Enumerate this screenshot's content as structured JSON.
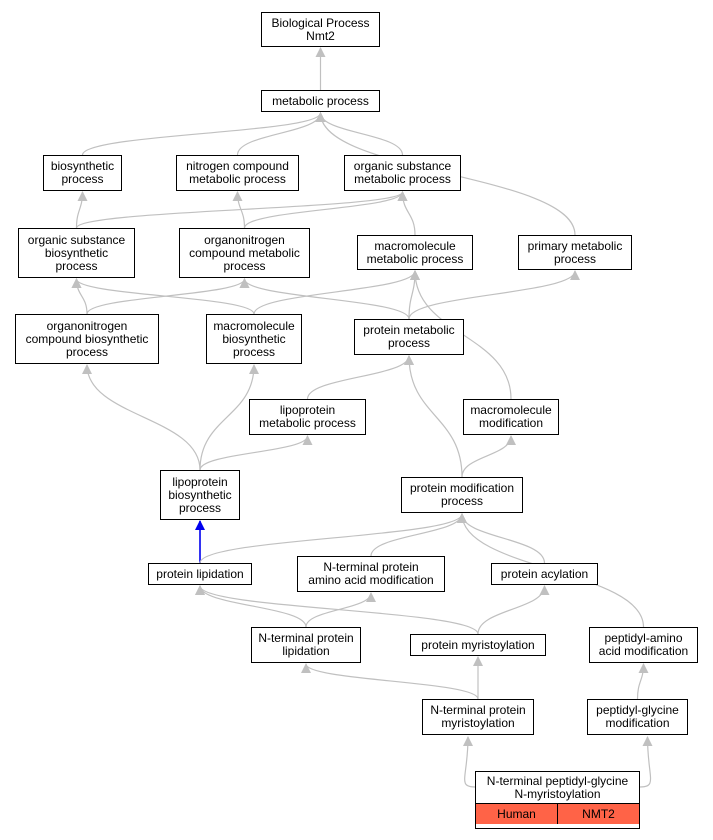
{
  "graph": {
    "edge_color": "#c0c0c0",
    "highlight_edge_color": "#0000ee",
    "annotation_color": "#ff6347",
    "nodes": [
      {
        "id": "bp",
        "label": "Biological Process\nNmt2"
      },
      {
        "id": "metabolic",
        "label": "metabolic process"
      },
      {
        "id": "biosynthetic",
        "label": "biosynthetic\nprocess"
      },
      {
        "id": "nitrogen",
        "label": "nitrogen compound\nmetabolic process"
      },
      {
        "id": "orgsubmet",
        "label": "organic substance\nmetabolic process"
      },
      {
        "id": "orgsubbio",
        "label": "organic substance\nbiosynthetic\nprocess"
      },
      {
        "id": "orgnitmet",
        "label": "organonitrogen\ncompound metabolic\nprocess"
      },
      {
        "id": "macromet",
        "label": "macromolecule\nmetabolic process"
      },
      {
        "id": "primary",
        "label": "primary metabolic\nprocess"
      },
      {
        "id": "orgnitbio",
        "label": "organonitrogen\ncompound biosynthetic\nprocess"
      },
      {
        "id": "macrobio",
        "label": "macromolecule\nbiosynthetic\nprocess"
      },
      {
        "id": "protmet",
        "label": "protein metabolic\nprocess"
      },
      {
        "id": "lipomet",
        "label": "lipoprotein\nmetabolic process"
      },
      {
        "id": "macromod",
        "label": "macromolecule\nmodification"
      },
      {
        "id": "lipobio",
        "label": "lipoprotein\nbiosynthetic\nprocess"
      },
      {
        "id": "protmod",
        "label": "protein modification\nprocess"
      },
      {
        "id": "protlip",
        "label": "protein lipidation"
      },
      {
        "id": "ntermaa",
        "label": "N-terminal protein\namino acid modification"
      },
      {
        "id": "protacyl",
        "label": "protein acylation"
      },
      {
        "id": "ntermlip",
        "label": "N-terminal protein\nlipidation"
      },
      {
        "id": "protmyr",
        "label": "protein myristoylation"
      },
      {
        "id": "peptamino",
        "label": "peptidyl-amino\nacid modification"
      },
      {
        "id": "ntermmyr",
        "label": "N-terminal protein\nmyristoylation"
      },
      {
        "id": "peptgly",
        "label": "peptidyl-glycine\nmodification"
      }
    ],
    "leaf": {
      "label": "N-terminal peptidyl-glycine\nN-myristoylation",
      "species": "Human",
      "gene": "NMT2"
    },
    "edges": [
      [
        "metabolic",
        "bp"
      ],
      [
        "biosynthetic",
        "metabolic"
      ],
      [
        "nitrogen",
        "metabolic"
      ],
      [
        "orgsubmet",
        "metabolic"
      ],
      [
        "primary",
        "metabolic"
      ],
      [
        "orgsubbio",
        "biosynthetic"
      ],
      [
        "orgsubbio",
        "orgsubmet"
      ],
      [
        "orgnitmet",
        "nitrogen"
      ],
      [
        "orgnitmet",
        "orgsubmet"
      ],
      [
        "macromet",
        "orgsubmet"
      ],
      [
        "orgnitbio",
        "orgsubbio"
      ],
      [
        "orgnitbio",
        "orgnitmet"
      ],
      [
        "macrobio",
        "orgsubbio"
      ],
      [
        "macrobio",
        "macromet"
      ],
      [
        "protmet",
        "orgnitmet"
      ],
      [
        "protmet",
        "macromet"
      ],
      [
        "protmet",
        "primary"
      ],
      [
        "lipomet",
        "protmet"
      ],
      [
        "macromod",
        "macromet"
      ],
      [
        "lipobio",
        "orgnitbio"
      ],
      [
        "lipobio",
        "macrobio"
      ],
      [
        "lipobio",
        "lipomet"
      ],
      [
        "protmod",
        "protmet"
      ],
      [
        "protmod",
        "macromod"
      ],
      [
        "protlip",
        "lipobio"
      ],
      [
        "protlip",
        "protmod"
      ],
      [
        "ntermaa",
        "protmod"
      ],
      [
        "protacyl",
        "protmod"
      ],
      [
        "ntermlip",
        "protlip"
      ],
      [
        "ntermlip",
        "ntermaa"
      ],
      [
        "protmyr",
        "protlip"
      ],
      [
        "protmyr",
        "protacyl"
      ],
      [
        "peptamino",
        "protmod"
      ],
      [
        "ntermmyr",
        "ntermlip"
      ],
      [
        "ntermmyr",
        "protmyr"
      ],
      [
        "peptgly",
        "peptamino"
      ],
      [
        "leaf",
        "ntermmyr"
      ],
      [
        "leaf",
        "peptgly"
      ]
    ],
    "highlighted_edges": [
      [
        "protlip",
        "lipobio"
      ]
    ]
  }
}
